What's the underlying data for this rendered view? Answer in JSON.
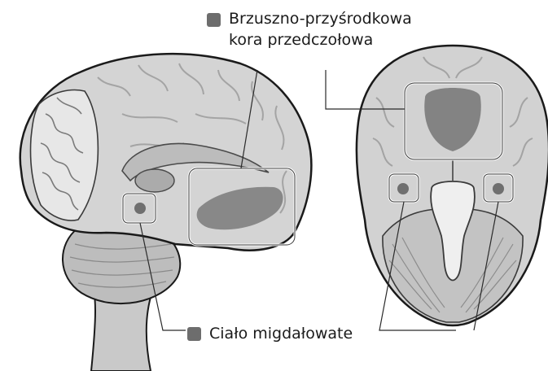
{
  "labels": {
    "vmpfc": {
      "line1": "Brzuszno-przyśrodkowa",
      "line2": "kora przedczołowa",
      "swatch_color": "#6d6d6d"
    },
    "amygdala": {
      "text": "Ciało migdałowate",
      "swatch_color": "#6d6d6d"
    }
  },
  "colors": {
    "brain_fill": "#d4d4d4",
    "brain_outline": "#1a1a1a",
    "highlight": "#7a7a7a",
    "callout_box": "#ffffff"
  },
  "views": [
    "sagittal-brain-view",
    "inferior-brain-view"
  ]
}
